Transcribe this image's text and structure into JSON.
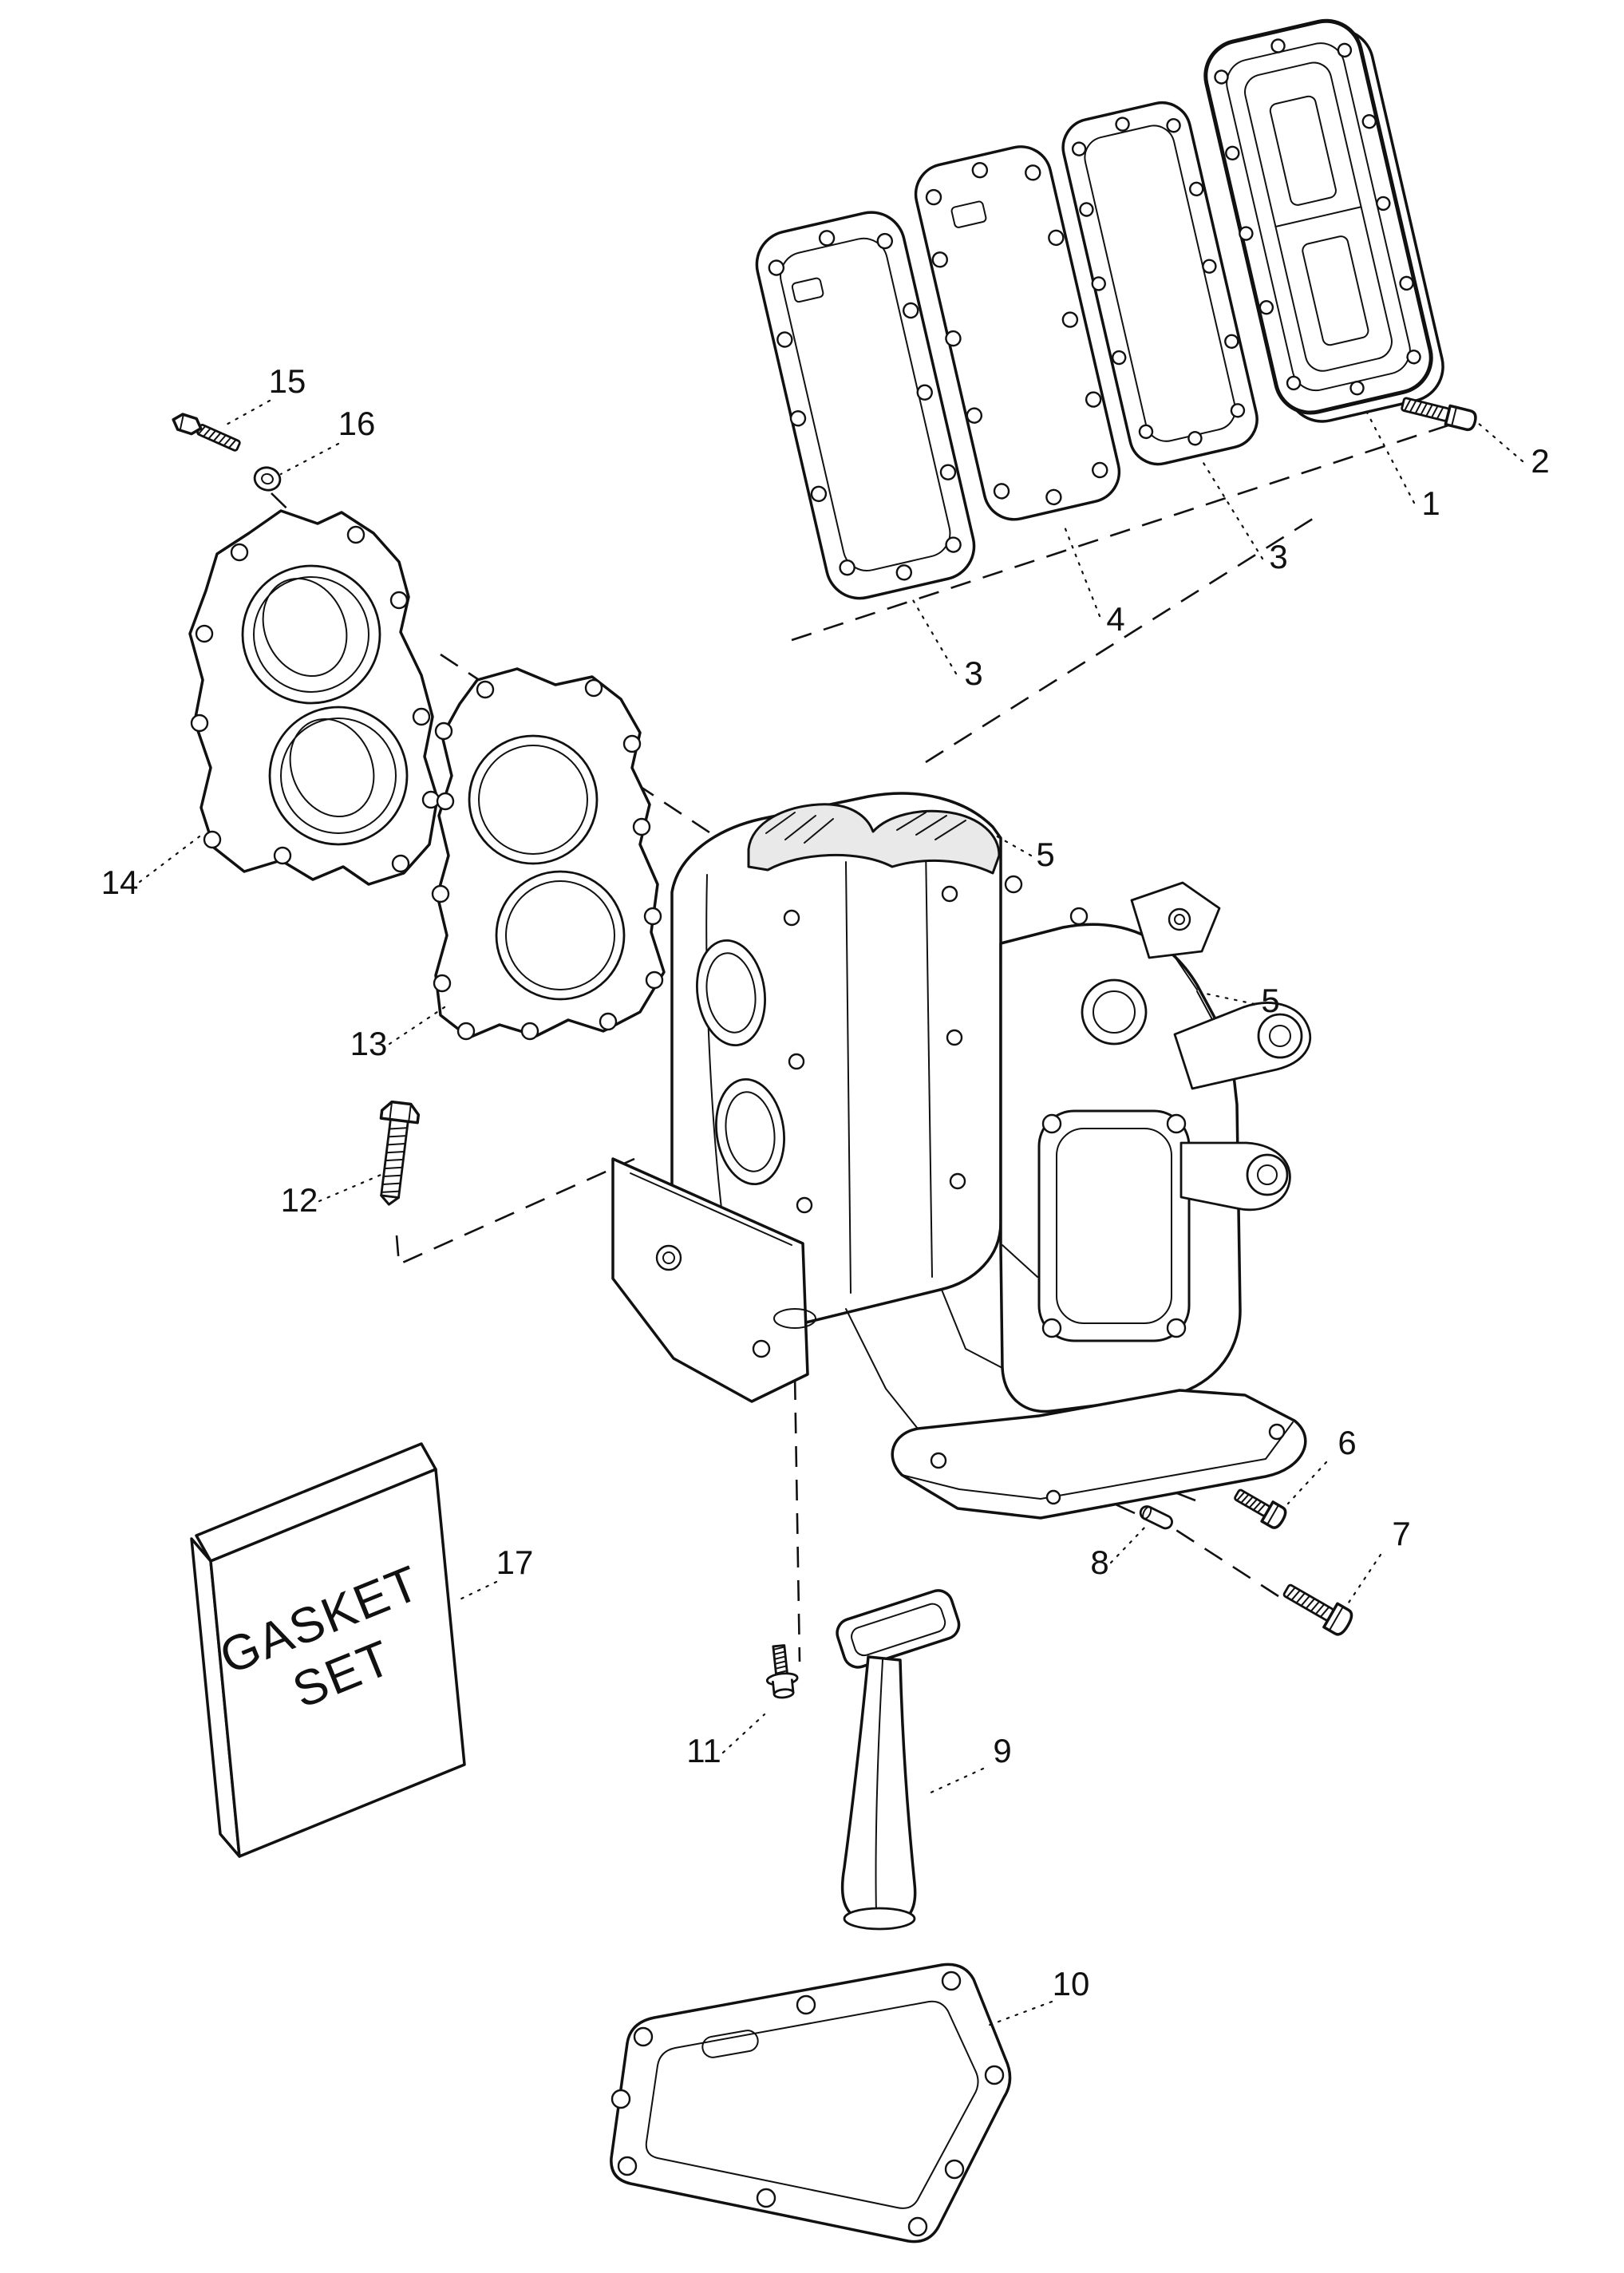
{
  "page": {
    "background": "#ffffff",
    "ink": "#111111"
  },
  "diagram": {
    "kind": "exploded-parts-diagram",
    "gasket_box": {
      "line1": "GASKET",
      "line2": "SET"
    },
    "callouts": [
      {
        "id": "callout-15",
        "ref": "15"
      },
      {
        "id": "callout-16",
        "ref": "16"
      },
      {
        "id": "callout-1",
        "ref": "1"
      },
      {
        "id": "callout-2",
        "ref": "2"
      },
      {
        "id": "callout-3-right",
        "ref": "3"
      },
      {
        "id": "callout-4",
        "ref": "4"
      },
      {
        "id": "callout-3-left",
        "ref": "3"
      },
      {
        "id": "callout-5-upper",
        "ref": "5"
      },
      {
        "id": "callout-5-lower",
        "ref": "5"
      },
      {
        "id": "callout-13",
        "ref": "13"
      },
      {
        "id": "callout-14",
        "ref": "14"
      },
      {
        "id": "callout-12",
        "ref": "12"
      },
      {
        "id": "callout-6",
        "ref": "6"
      },
      {
        "id": "callout-7",
        "ref": "7"
      },
      {
        "id": "callout-8",
        "ref": "8"
      },
      {
        "id": "callout-9",
        "ref": "9"
      },
      {
        "id": "callout-11",
        "ref": "11"
      },
      {
        "id": "callout-10",
        "ref": "10"
      },
      {
        "id": "callout-17",
        "ref": "17"
      }
    ]
  }
}
